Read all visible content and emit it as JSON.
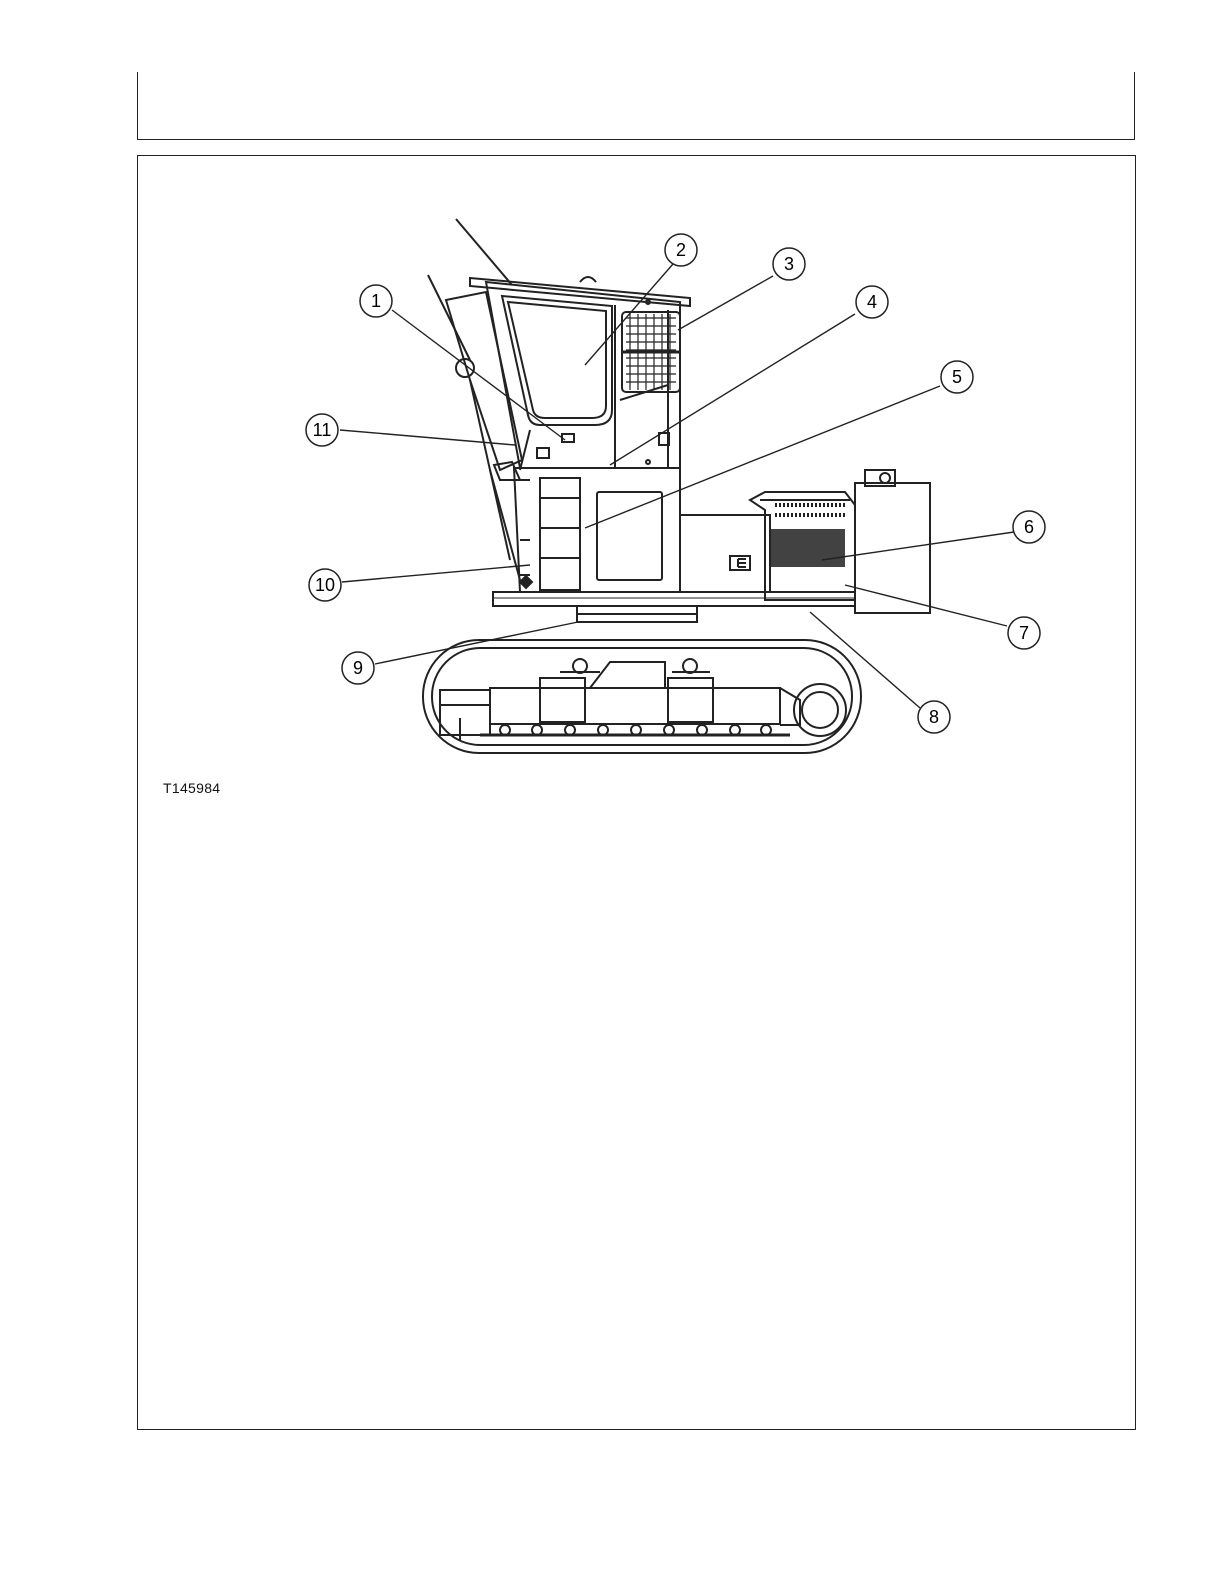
{
  "figure": {
    "code": "T145984"
  },
  "callouts": [
    {
      "label": "1"
    },
    {
      "label": "2"
    },
    {
      "label": "3"
    },
    {
      "label": "4"
    },
    {
      "label": "5"
    },
    {
      "label": "6"
    },
    {
      "label": "7"
    },
    {
      "label": "8"
    },
    {
      "label": "9"
    },
    {
      "label": "10"
    },
    {
      "label": "11"
    }
  ],
  "colors": {
    "line": "#222222",
    "background": "#ffffff"
  }
}
